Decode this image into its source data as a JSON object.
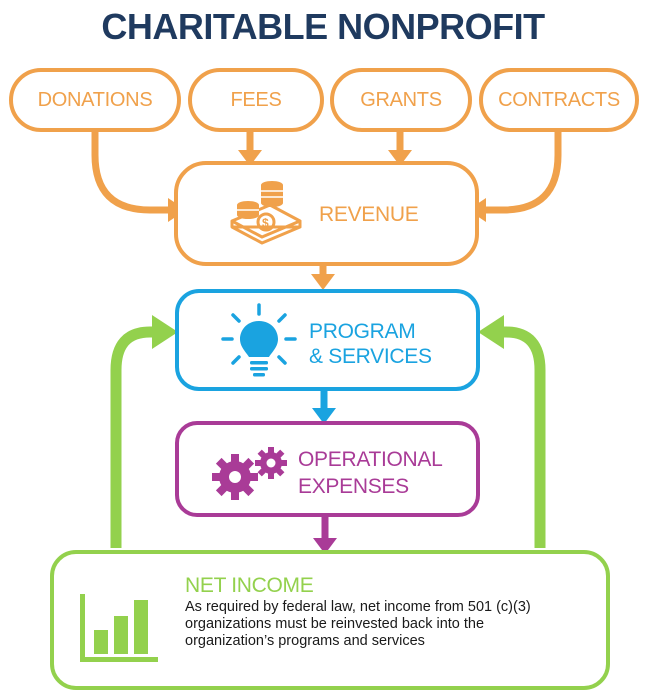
{
  "title": "CHARITABLE NONPROFIT",
  "colors": {
    "title": "#1f3a5f",
    "revenue": "#f0a14b",
    "program": "#1aa3e0",
    "operational": "#a93b97",
    "net_income": "#93d14d"
  },
  "sources": [
    "DONATIONS",
    "FEES",
    "GRANTS",
    "CONTRACTS"
  ],
  "revenue": {
    "label": "REVENUE",
    "icon": "money-stack-icon"
  },
  "program": {
    "line1": "PROGRAM",
    "line2": "& SERVICES",
    "icon": "lightbulb-icon"
  },
  "operational": {
    "line1": "OPERATIONAL",
    "line2": "EXPENSES",
    "icon": "gears-icon"
  },
  "net_income": {
    "label": "NET INCOME",
    "description": "As required by federal law, net income from 501 (c)(3) organizations must be reinvested back into the organization’s programs and services",
    "icon": "bar-chart-icon"
  }
}
